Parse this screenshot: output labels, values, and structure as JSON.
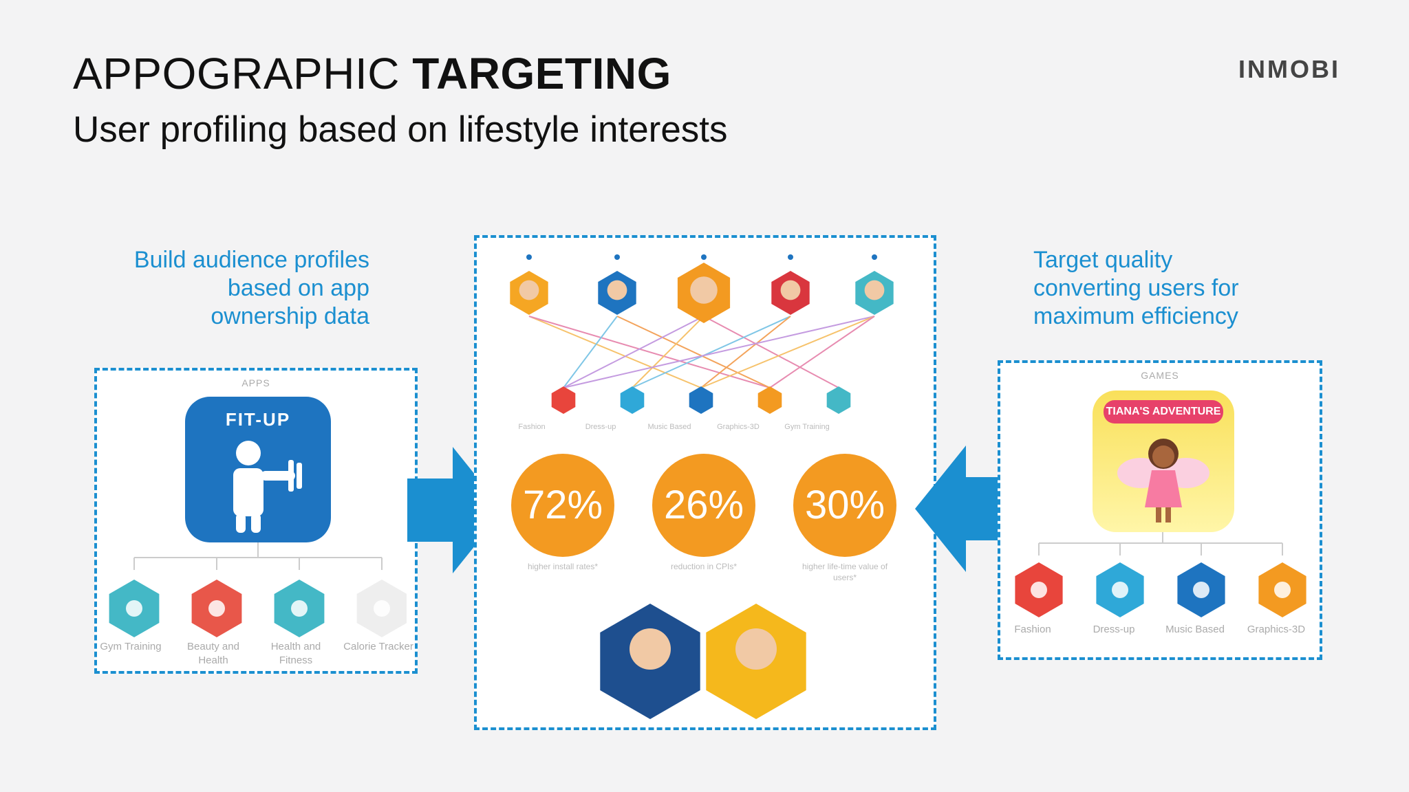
{
  "header": {
    "title_light": "APPOGRAPHIC",
    "title_bold": "TARGETING",
    "subtitle": "User profiling based on lifestyle interests",
    "logo": "INMOBI"
  },
  "left_caption": [
    "Build audience profiles",
    "based on app",
    "ownership data"
  ],
  "right_caption": [
    "Target quality",
    "converting users for",
    "maximum efficiency"
  ],
  "apps_panel": {
    "heading": "APPS",
    "app_name": "FIT-UP",
    "subcategories": [
      {
        "label": "Gym Training",
        "icon": "dumbbell-icon",
        "color": "#44b8c6"
      },
      {
        "label": "Beauty and Health",
        "icon": "mirror-heart-icon",
        "color": "#e8574a"
      },
      {
        "label": "Health and Fitness",
        "icon": "dumbbell-heart-icon",
        "color": "#44b8c6"
      },
      {
        "label": "Calorie Tracker",
        "icon": "heart-icon",
        "color": "#eeeeee"
      }
    ]
  },
  "center_panel": {
    "users": [
      {
        "icon": "user-avatar-icon",
        "color": "#f5a623"
      },
      {
        "icon": "user-avatar-icon",
        "color": "#1e74c0"
      },
      {
        "icon": "user-avatar-icon",
        "color": "#f39a21"
      },
      {
        "icon": "user-avatar-icon",
        "color": "#d9363e"
      },
      {
        "icon": "user-avatar-icon",
        "color": "#44b8c6"
      }
    ],
    "interests": [
      {
        "label": "Fashion",
        "color": "#e8453c"
      },
      {
        "label": "Dress-up",
        "color": "#2fa8d8"
      },
      {
        "label": "Music Based",
        "color": "#1e74c0"
      },
      {
        "label": "Graphics-3D",
        "color": "#f39a21"
      },
      {
        "label": "Gym Training",
        "color": "#44b8c6"
      }
    ],
    "stats": [
      {
        "value": "72%",
        "caption": "higher install rates*"
      },
      {
        "value": "26%",
        "caption": "reduction in CPIs*"
      },
      {
        "value": "30%",
        "caption": "higher life-time value of users*"
      }
    ],
    "bottom_users": [
      {
        "icon": "woman-selfie-icon",
        "color": "#1e4f8f"
      },
      {
        "icon": "man-thumbs-up-icon",
        "color": "#f5b81c"
      }
    ]
  },
  "games_panel": {
    "heading": "GAMES",
    "game_name": "TIANA'S ADVENTURE",
    "subcategories": [
      {
        "label": "Fashion",
        "icon": "high-heel-icon",
        "color": "#e8453c"
      },
      {
        "label": "Dress-up",
        "icon": "mask-icon",
        "color": "#2fa8d8"
      },
      {
        "label": "Music Based",
        "icon": "music-note-icon",
        "color": "#1e74c0"
      },
      {
        "label": "Graphics-3D",
        "icon": "3d-glasses-icon",
        "color": "#f39a21"
      }
    ]
  },
  "colors": {
    "accent_blue": "#1b8fd0",
    "stat_orange": "#f39a21"
  }
}
